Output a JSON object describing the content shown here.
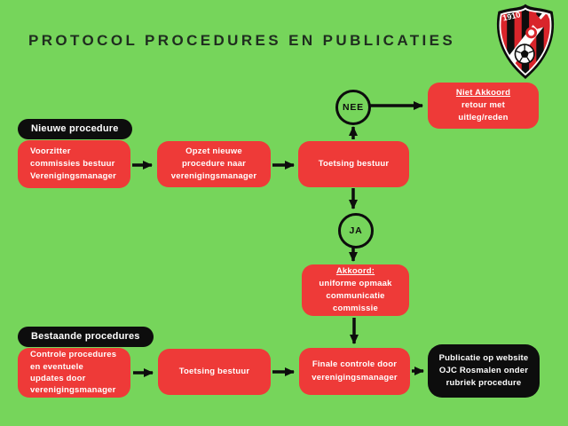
{
  "page": {
    "title": "PROTOCOL PROCEDURES EN PUBLICATIES"
  },
  "logo": {
    "club": "ojc-rosmalen-crest",
    "year": "1910"
  },
  "colors": {
    "background": "#76D55B",
    "box_red": "#EE3A38",
    "box_black": "#0D0D0D",
    "text_white": "#FFFFFF",
    "title_color": "#1F2D1F",
    "arrow_color": "#0D0D0D",
    "crest_red": "#D9252B"
  },
  "flow_new": {
    "label": "Nieuwe procedure",
    "box_voorzitter": "Voorzitter commissies bestuur Verenigingsmanager",
    "box_opzet": "Opzet nieuwe procedure naar verenigingsmanager",
    "box_toetsing": "Toetsing bestuur",
    "decision_nee": "NEE",
    "decision_ja": "JA",
    "box_niet_akkoord": {
      "heading": "Niet Akkoord",
      "body": "retour met uitleg/reden"
    },
    "box_akkoord": {
      "heading": "Akkoord:",
      "body": "uniforme opmaak communicatie commissie"
    }
  },
  "flow_existing": {
    "label": "Bestaande procedures",
    "box_controle": "Controle procedures en eventuele updates door verenigingsmanager",
    "box_toetsing": "Toetsing bestuur",
    "box_finale": "Finale controle door verenigingsmanager",
    "box_publicatie": "Publicatie op website OJC Rosmalen onder rubriek procedure"
  }
}
